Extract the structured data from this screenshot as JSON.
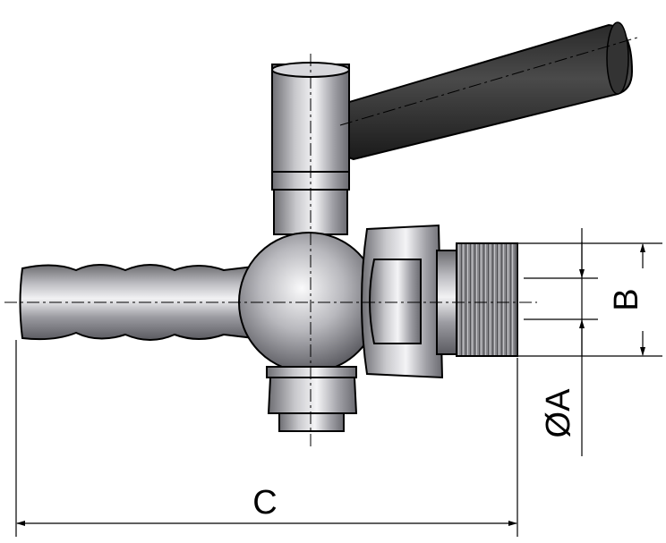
{
  "dimensions": {
    "diameter_label": "ØA",
    "b_label": "B",
    "c_label": "C"
  }
}
